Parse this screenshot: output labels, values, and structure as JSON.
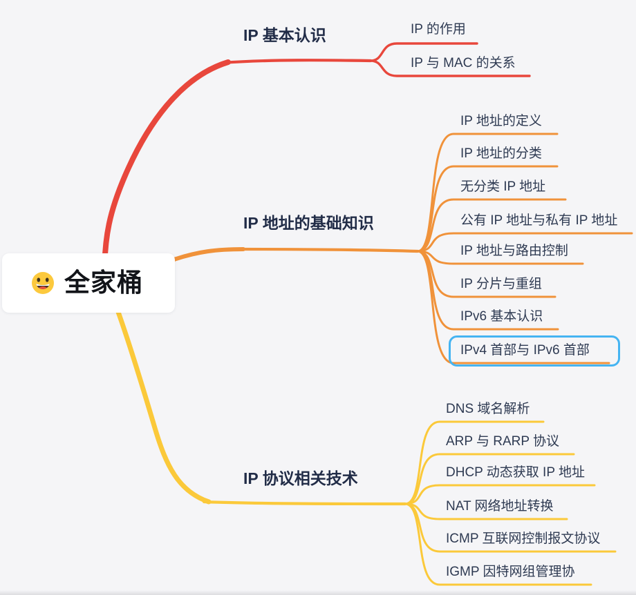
{
  "app": {
    "background_color": "#f5f5f7",
    "text_color_headings": "#212c47",
    "text_color_children": "#2e3a52"
  },
  "root": {
    "title": "全家桶",
    "emoji": "smiley-open-mouth"
  },
  "branches": [
    {
      "label": "IP 基本认识",
      "color": "#e8473c",
      "children": [
        {
          "label": "IP 的作用"
        },
        {
          "label": "IP 与 MAC 的关系"
        }
      ]
    },
    {
      "label": "IP 地址的基础知识",
      "color": "#f0923a",
      "children": [
        {
          "label": "IP 地址的定义"
        },
        {
          "label": "IP 地址的分类"
        },
        {
          "label": "无分类 IP 地址"
        },
        {
          "label": "公有 IP 地址与私有 IP 地址"
        },
        {
          "label": "IP 地址与路由控制"
        },
        {
          "label": "IP 分片与重组"
        },
        {
          "label": "IPv6 基本认识"
        },
        {
          "label": "IPv4 首部与 IPv6 首部",
          "highlighted": true
        }
      ]
    },
    {
      "label": "IP 协议相关技术",
      "color": "#fbc93a",
      "children": [
        {
          "label": "DNS 域名解析"
        },
        {
          "label": "ARP 与 RARP 协议"
        },
        {
          "label": "DHCP 动态获取 IP 地址"
        },
        {
          "label": "NAT 网络地址转换"
        },
        {
          "label": "ICMP 互联网控制报文协议"
        },
        {
          "label": "IGMP 因特网组管理协"
        }
      ]
    }
  ],
  "highlight": {
    "color": "#45b4f2",
    "highlighted_node": "IPv4 首部与 IPv6 首部"
  }
}
